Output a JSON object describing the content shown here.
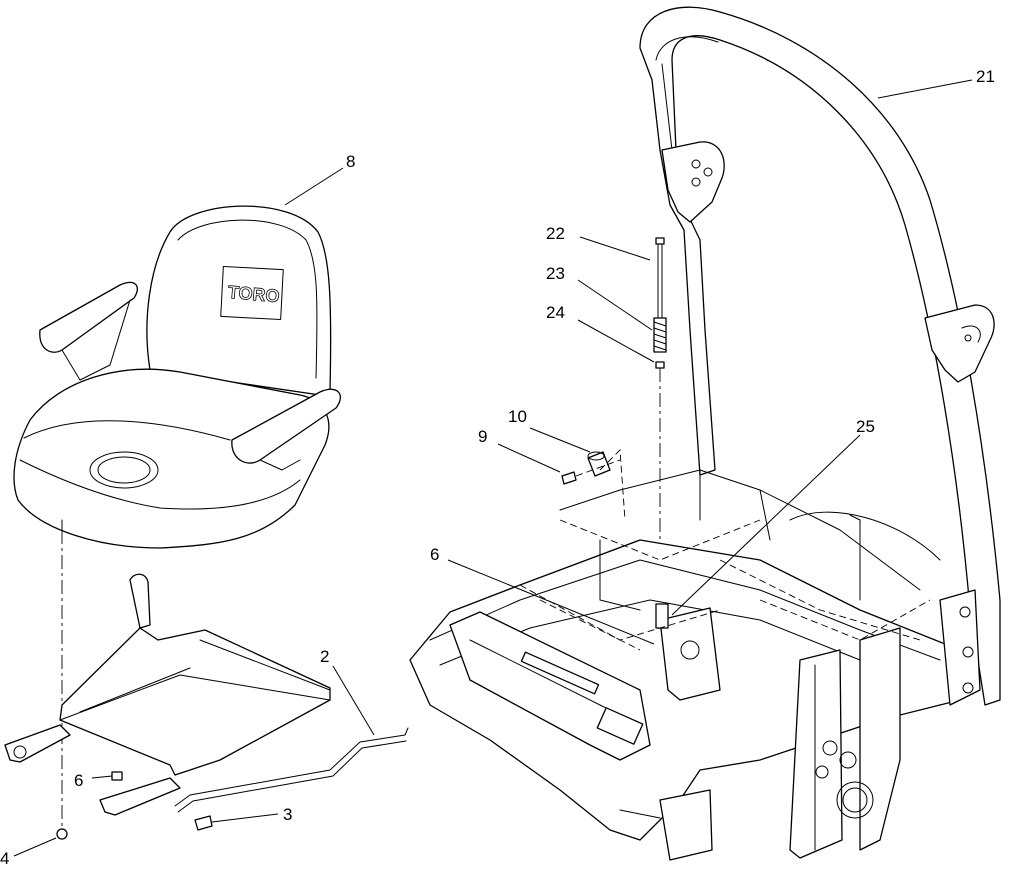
{
  "diagram": {
    "logo_text": "TORO",
    "callouts": [
      {
        "id": "c21",
        "label": "21"
      },
      {
        "id": "c8",
        "label": "8"
      },
      {
        "id": "c22",
        "label": "22"
      },
      {
        "id": "c23",
        "label": "23"
      },
      {
        "id": "c24",
        "label": "24"
      },
      {
        "id": "c10",
        "label": "10"
      },
      {
        "id": "c9",
        "label": "9"
      },
      {
        "id": "c25",
        "label": "25"
      },
      {
        "id": "c6a",
        "label": "6"
      },
      {
        "id": "c2",
        "label": "2"
      },
      {
        "id": "c6b",
        "label": "6"
      },
      {
        "id": "c3",
        "label": "3"
      },
      {
        "id": "c4",
        "label": "4"
      }
    ]
  }
}
